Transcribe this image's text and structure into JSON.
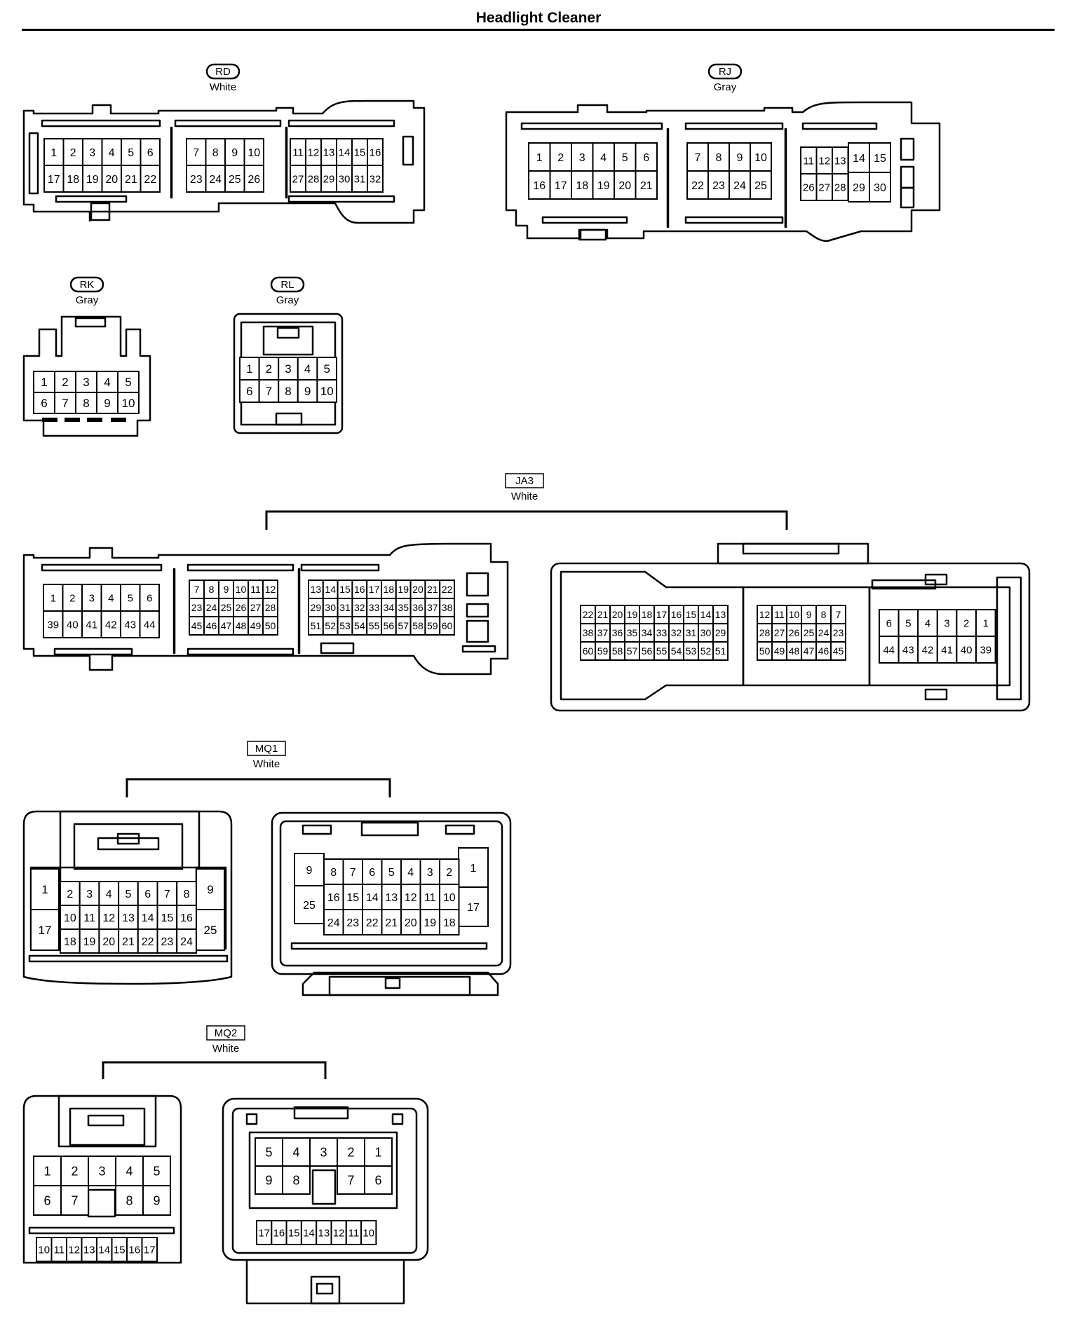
{
  "title": "Headlight Cleaner",
  "connectors": {
    "RD": {
      "code": "RD",
      "color": "White"
    },
    "RJ": {
      "code": "RJ",
      "color": "Gray"
    },
    "RK": {
      "code": "RK",
      "color": "Gray"
    },
    "RL": {
      "code": "RL",
      "color": "Gray"
    },
    "JA3": {
      "code": "JA3",
      "color": "White"
    },
    "MQ1": {
      "code": "MQ1",
      "color": "White"
    },
    "MQ2": {
      "code": "MQ2",
      "color": "White"
    }
  }
}
